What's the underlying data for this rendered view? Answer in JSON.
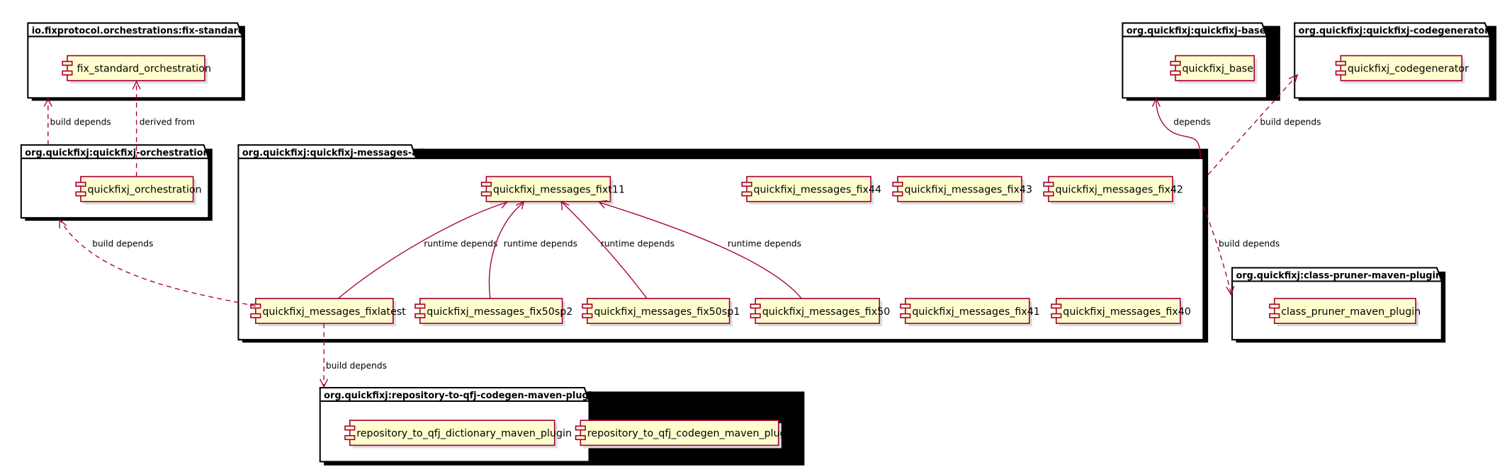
{
  "colors": {
    "component_fill": "#FEFECE",
    "component_border": "#A80036",
    "edge": "#A80036",
    "package_border": "#000000"
  },
  "packages": [
    {
      "id": "fix-standard",
      "title": "io.fixprotocol.orchestrations:fix-standard",
      "components": [
        {
          "id": "fix_standard_orchestration",
          "label": "fix_standard_orchestration"
        }
      ]
    },
    {
      "id": "qfj-orchestration",
      "title": "org.quickfixj:quickfixj-orchestration",
      "components": [
        {
          "id": "quickfixj_orchestration",
          "label": "quickfixj_orchestration"
        }
      ]
    },
    {
      "id": "qfj-messages-all",
      "title": "org.quickfixj:quickfixj-messages-all",
      "components": [
        {
          "id": "quickfixj_messages_fixt11",
          "label": "quickfixj_messages_fixt11"
        },
        {
          "id": "quickfixj_messages_fix44",
          "label": "quickfixj_messages_fix44"
        },
        {
          "id": "quickfixj_messages_fix43",
          "label": "quickfixj_messages_fix43"
        },
        {
          "id": "quickfixj_messages_fix42",
          "label": "quickfixj_messages_fix42"
        },
        {
          "id": "quickfixj_messages_fixlatest",
          "label": "quickfixj_messages_fixlatest"
        },
        {
          "id": "quickfixj_messages_fix50sp2",
          "label": "quickfixj_messages_fix50sp2"
        },
        {
          "id": "quickfixj_messages_fix50sp1",
          "label": "quickfixj_messages_fix50sp1"
        },
        {
          "id": "quickfixj_messages_fix50",
          "label": "quickfixj_messages_fix50"
        },
        {
          "id": "quickfixj_messages_fix41",
          "label": "quickfixj_messages_fix41"
        },
        {
          "id": "quickfixj_messages_fix40",
          "label": "quickfixj_messages_fix40"
        }
      ]
    },
    {
      "id": "qfj-base",
      "title": "org.quickfixj:quickfixj-base",
      "components": [
        {
          "id": "quickfixj_base",
          "label": "quickfixj_base"
        }
      ]
    },
    {
      "id": "qfj-codegenerator",
      "title": "org.quickfixj:quickfixj-codegenerator",
      "components": [
        {
          "id": "quickfixj_codegenerator",
          "label": "quickfixj_codegenerator"
        }
      ]
    },
    {
      "id": "class-pruner",
      "title": "org.quickfixj:class-pruner-maven-plugin",
      "components": [
        {
          "id": "class_pruner_maven_plugin",
          "label": "class_pruner_maven_plugin"
        }
      ]
    },
    {
      "id": "repo-codegen",
      "title": "org.quickfixj:repository-to-qfj-codegen-maven-plugin",
      "components": [
        {
          "id": "repository_to_qfj_dictionary_maven_plugin",
          "label": "repository_to_qfj_dictionary_maven_plugin"
        },
        {
          "id": "repository_to_qfj_codegen_maven_plugin",
          "label": "repository_to_qfj_codegen_maven_plugin"
        }
      ]
    }
  ],
  "edges": [
    {
      "id": "orch-to-fixstd-build",
      "label": "build depends",
      "style": "dashed"
    },
    {
      "id": "orch-to-fixstd-derived",
      "label": "derived from",
      "style": "dashed"
    },
    {
      "id": "fixlatest-to-orch",
      "label": "build depends",
      "style": "dashed"
    },
    {
      "id": "fixlatest-to-fixt11",
      "label": "runtime depends",
      "style": "solid"
    },
    {
      "id": "fix50sp2-to-fixt11",
      "label": "runtime depends",
      "style": "solid"
    },
    {
      "id": "fix50sp1-to-fixt11",
      "label": "runtime depends",
      "style": "solid"
    },
    {
      "id": "fix50-to-fixt11",
      "label": "runtime depends",
      "style": "solid"
    },
    {
      "id": "fixlatest-to-repo",
      "label": "build depends",
      "style": "dashed"
    },
    {
      "id": "msgall-to-base",
      "label": "depends",
      "style": "solid"
    },
    {
      "id": "msgall-to-codegen",
      "label": "build depends",
      "style": "dashed"
    },
    {
      "id": "msgall-to-pruner",
      "label": "build depends",
      "style": "dashed"
    }
  ]
}
